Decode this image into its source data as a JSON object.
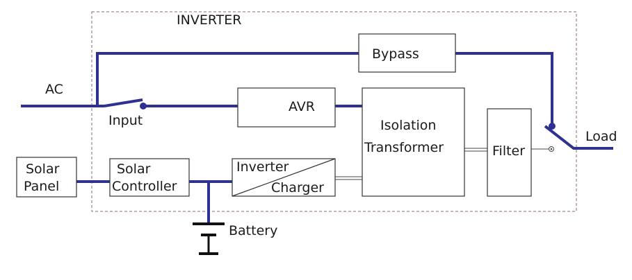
{
  "title": "INVERTER",
  "labels": {
    "ac": "AC",
    "input": "Input",
    "load": "Load",
    "battery": "Battery"
  },
  "blocks": {
    "bypass": "Bypass",
    "avr": "AVR",
    "isolation_line1": "Isolation",
    "isolation_line2": "Transformer",
    "filter": "Filter",
    "inverter": "Inverter",
    "charger": "Charger",
    "solar_panel_line1": "Solar",
    "solar_panel_line2": "Panel",
    "solar_controller_line1": "Solar",
    "solar_controller_line2": "Controller"
  },
  "colors": {
    "wire": "#2e3192",
    "box_stroke": "#333333",
    "frame": "#8a6a80"
  }
}
